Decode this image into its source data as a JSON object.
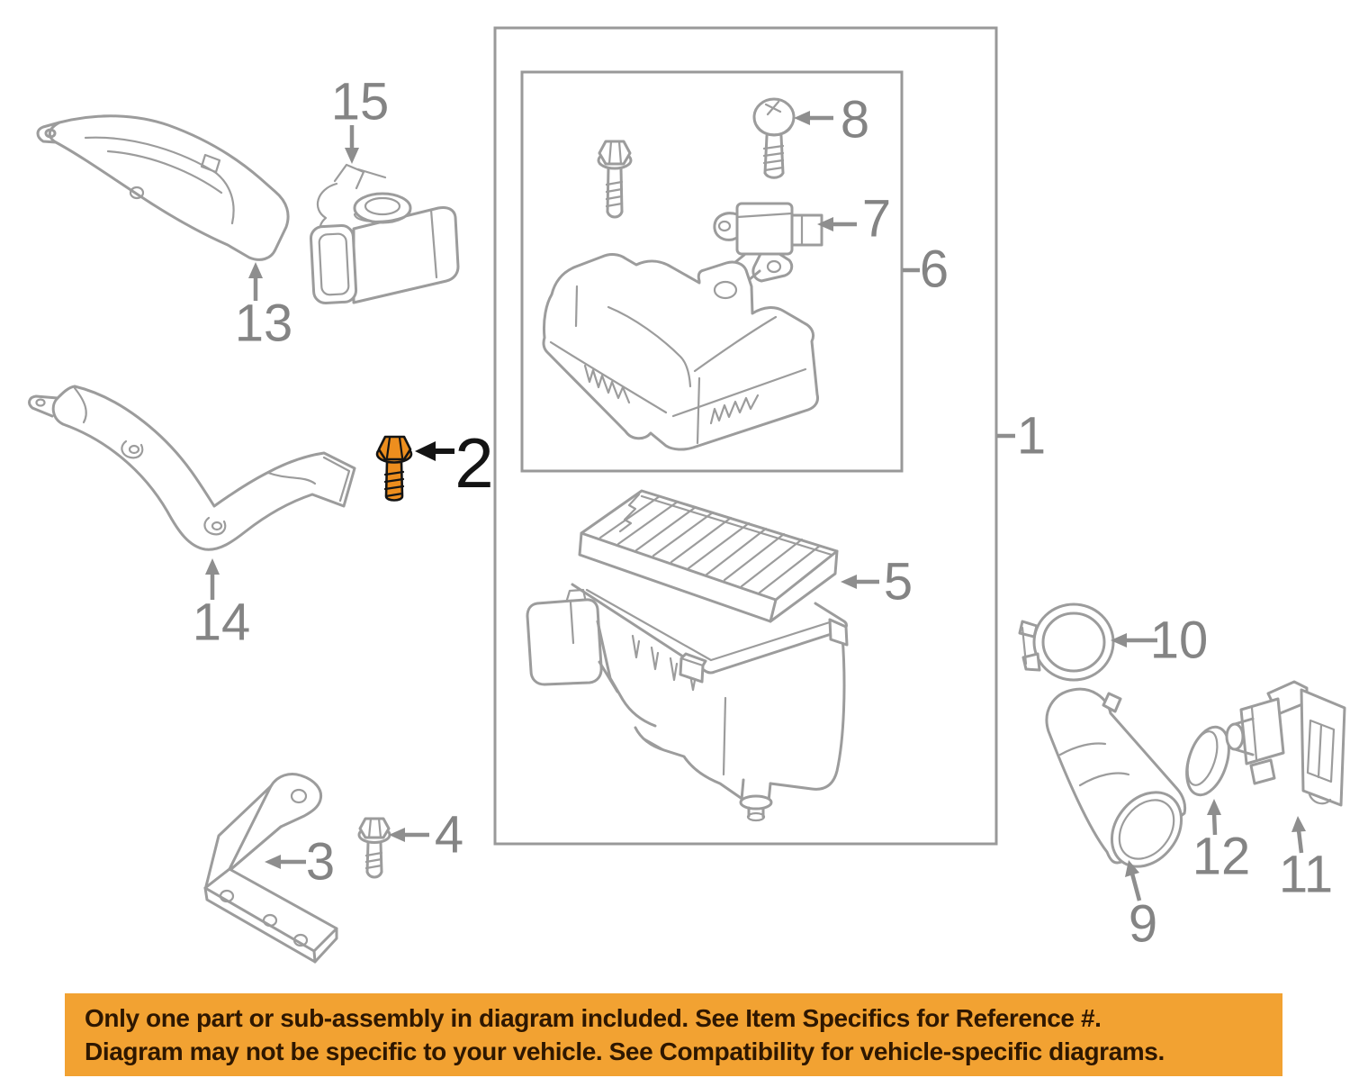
{
  "parts": [
    {
      "number": "1"
    },
    {
      "number": "2",
      "highlighted": true
    },
    {
      "number": "3"
    },
    {
      "number": "4"
    },
    {
      "number": "5"
    },
    {
      "number": "6"
    },
    {
      "number": "7"
    },
    {
      "number": "8"
    },
    {
      "number": "9"
    },
    {
      "number": "10"
    },
    {
      "number": "11"
    },
    {
      "number": "12"
    },
    {
      "number": "13"
    },
    {
      "number": "14"
    },
    {
      "number": "15"
    }
  ],
  "banner": {
    "line1": "Only one part or sub-assembly in diagram included. See Item Specifics for Reference #.",
    "line2": "Diagram may not be specific to your vehicle. See Compatibility for vehicle-specific diagrams.",
    "background_color": "#F2A232",
    "text_color": "#2E1700"
  },
  "colors": {
    "line_art": "#9C9C9C",
    "label_gray": "#848484",
    "highlight_orange": "#ED8E1E",
    "highlight_outline": "#141414",
    "background": "#FFFFFF"
  }
}
